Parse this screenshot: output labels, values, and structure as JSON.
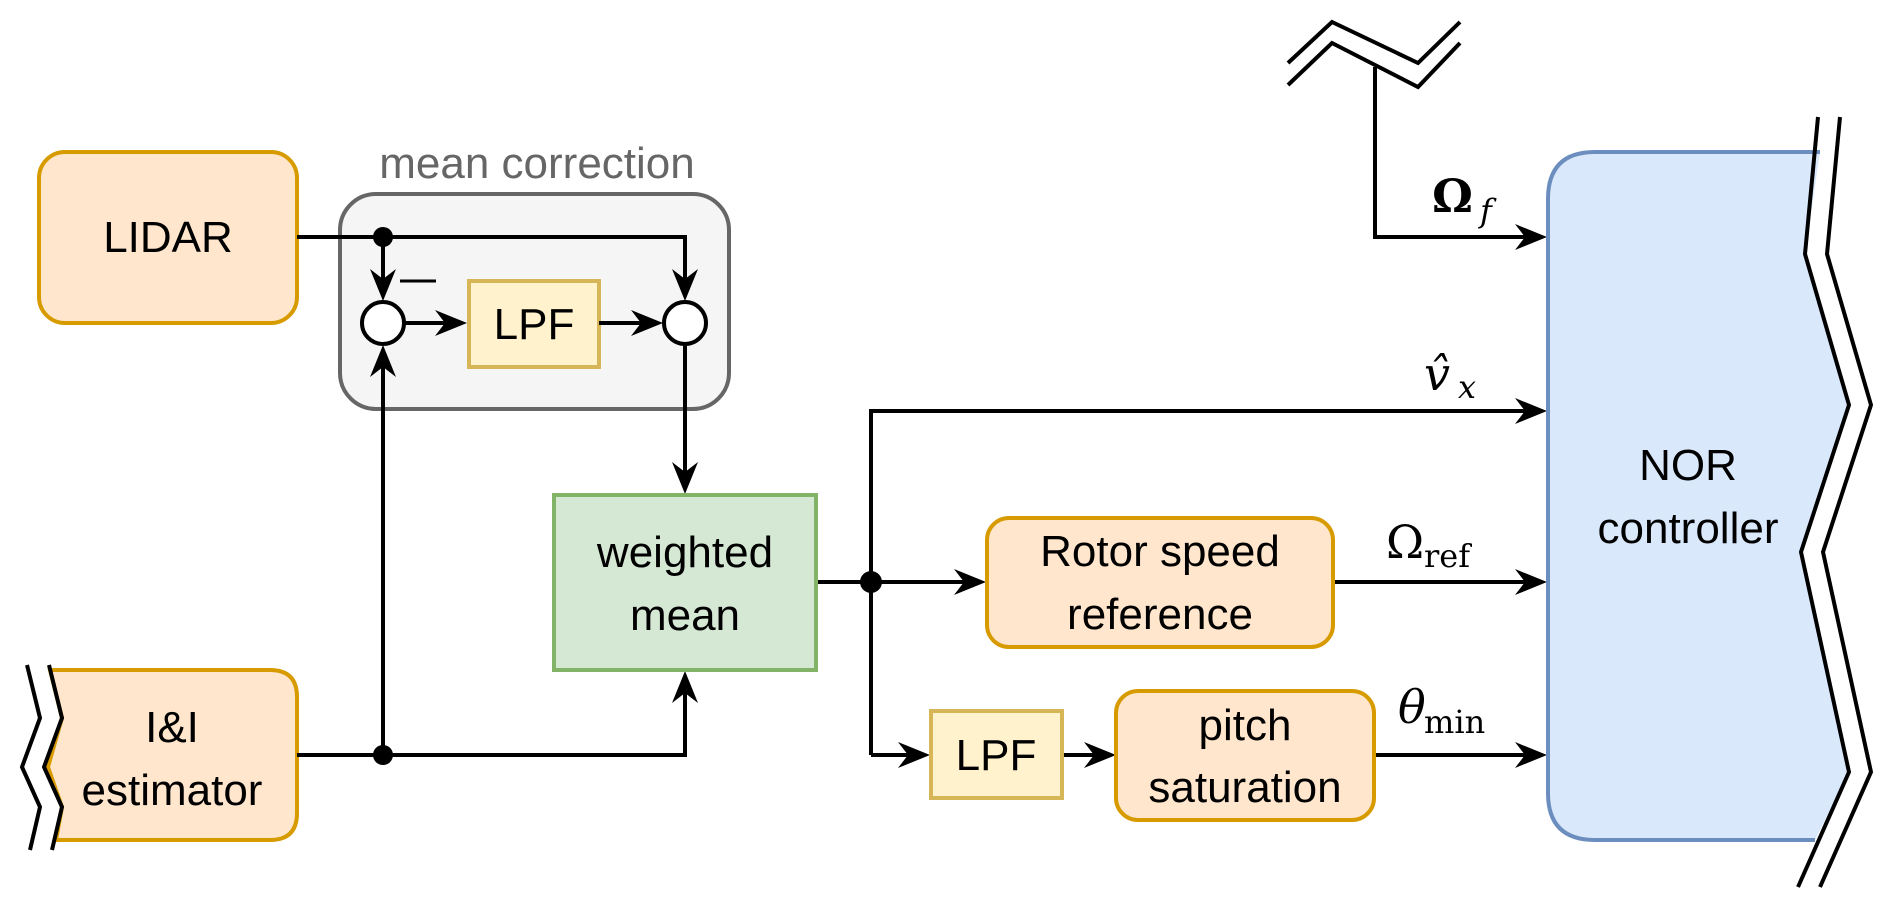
{
  "colors": {
    "orange_fill": "#ffe6cc",
    "orange_stroke": "#d79b00",
    "yellow_fill": "#fff2cc",
    "yellow_stroke": "#d6b656",
    "green_fill": "#d5e8d4",
    "green_stroke": "#82b366",
    "blue_fill": "#dae8fc",
    "blue_stroke": "#6c8ebf",
    "gray_fill": "#f5f5f5",
    "gray_stroke": "#666666",
    "wire": "#000000"
  },
  "blocks": {
    "lidar": {
      "label": "LIDAR"
    },
    "ii_estimator": {
      "line1": "I&I",
      "line2": "estimator"
    },
    "mean_correction": {
      "title": "mean correction",
      "lpf_label": "LPF",
      "minus_sign": "—"
    },
    "weighted_mean": {
      "line1": "weighted",
      "line2": "mean"
    },
    "rotor_speed_reference": {
      "line1": "Rotor speed",
      "line2": "reference"
    },
    "lpf2": {
      "label": "LPF"
    },
    "pitch_saturation": {
      "line1": "pitch",
      "line2": "saturation"
    },
    "nor_controller": {
      "line1": "NOR",
      "line2": "controller"
    }
  },
  "signals": {
    "omega_f": {
      "symbol": "Ω",
      "subscript": "f"
    },
    "v_hat_x": {
      "symbol": "v̂",
      "subscript": "x"
    },
    "omega_ref": {
      "symbol": "Ω",
      "subscript": "ref"
    },
    "theta_min": {
      "symbol": "θ",
      "subscript": "min"
    }
  }
}
